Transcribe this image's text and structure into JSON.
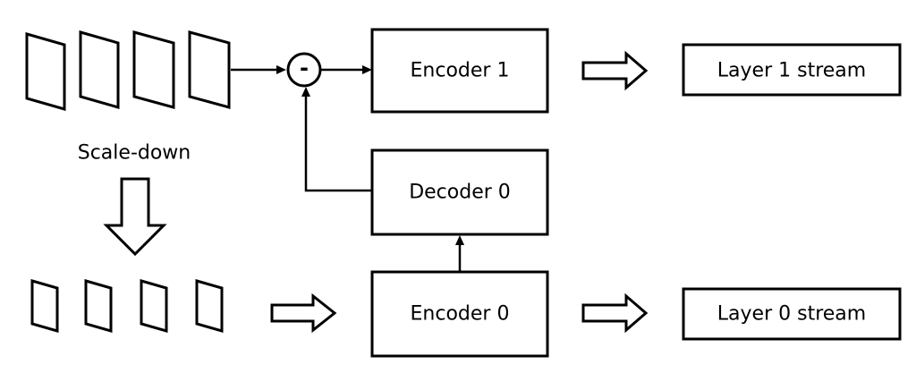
{
  "diagram": {
    "encoder1_label": "Encoder 1",
    "decoder0_label": "Decoder 0",
    "encoder0_label": "Encoder 0",
    "layer1_label": "Layer 1 stream",
    "layer0_label": "Layer 0 stream",
    "scale_down_label": "Scale-down",
    "subtract_symbol": "-"
  }
}
